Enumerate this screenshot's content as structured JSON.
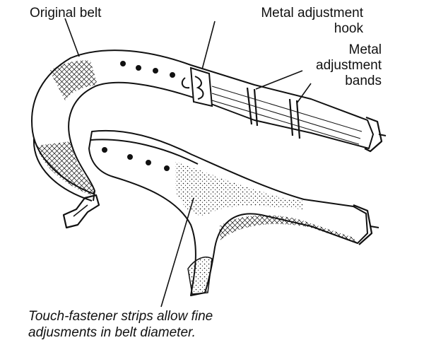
{
  "labels": {
    "original_belt": "Original belt",
    "hook_line1": "Metal adjustment",
    "hook_line2": "hook",
    "bands_line1": "Metal",
    "bands_line2": "adjustment",
    "bands_line3": "bands",
    "caption_line1": "Touch-fastener strips allow fine",
    "caption_line2": "adjusments in belt diameter."
  },
  "colors": {
    "ink": "#111111",
    "background": "#ffffff"
  }
}
